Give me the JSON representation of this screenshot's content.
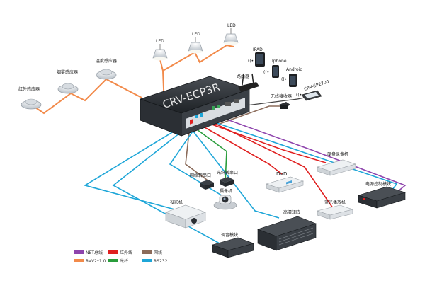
{
  "devices": {
    "controller_brand": "CRV-ECP3R",
    "led1": "LED",
    "led2": "LED",
    "led3": "LED",
    "ir_sensor": "红外感应器",
    "smoke_sensor": "烟雾感应器",
    "temp_sensor": "温度感应器",
    "ipad": "IPAD",
    "iphone": "Iphone",
    "android": "Android",
    "router": "路由器",
    "wireless_receiver": "无线接收器",
    "touch_panel": "CRV-SP2700",
    "net_to_serial": "网络转串口",
    "fiber_to_serial": "光纤转串口",
    "camera": "摄像机",
    "dvd": "DVD",
    "hdd_recorder": "硬盘录像机",
    "projector": "投影机",
    "matrix": "高清矩阵",
    "bluray": "蓝光播放机",
    "power_sequencer": "电源控制模块",
    "audio_module": "调音模块"
  },
  "legend": [
    {
      "label": "NET总线",
      "color": "#8e44ad"
    },
    {
      "label": "红外线",
      "color": "#e02020"
    },
    {
      "label": "网线",
      "color": "#8b6b5a"
    },
    {
      "label": "RVV2*1.0",
      "color": "#f28a4a"
    },
    {
      "label": "光纤",
      "color": "#2a9d3c"
    },
    {
      "label": "RS232",
      "color": "#1ea6d8"
    }
  ],
  "colors": {
    "net_bus": "#8e44ad",
    "infrared": "#e02020",
    "ethernet": "#8b6b5a",
    "rvv": "#f28a4a",
    "fiber": "#2a9d3c",
    "rs232": "#1ea6d8",
    "device_dark": "#2f3338",
    "device_light": "#e4e7ea"
  }
}
